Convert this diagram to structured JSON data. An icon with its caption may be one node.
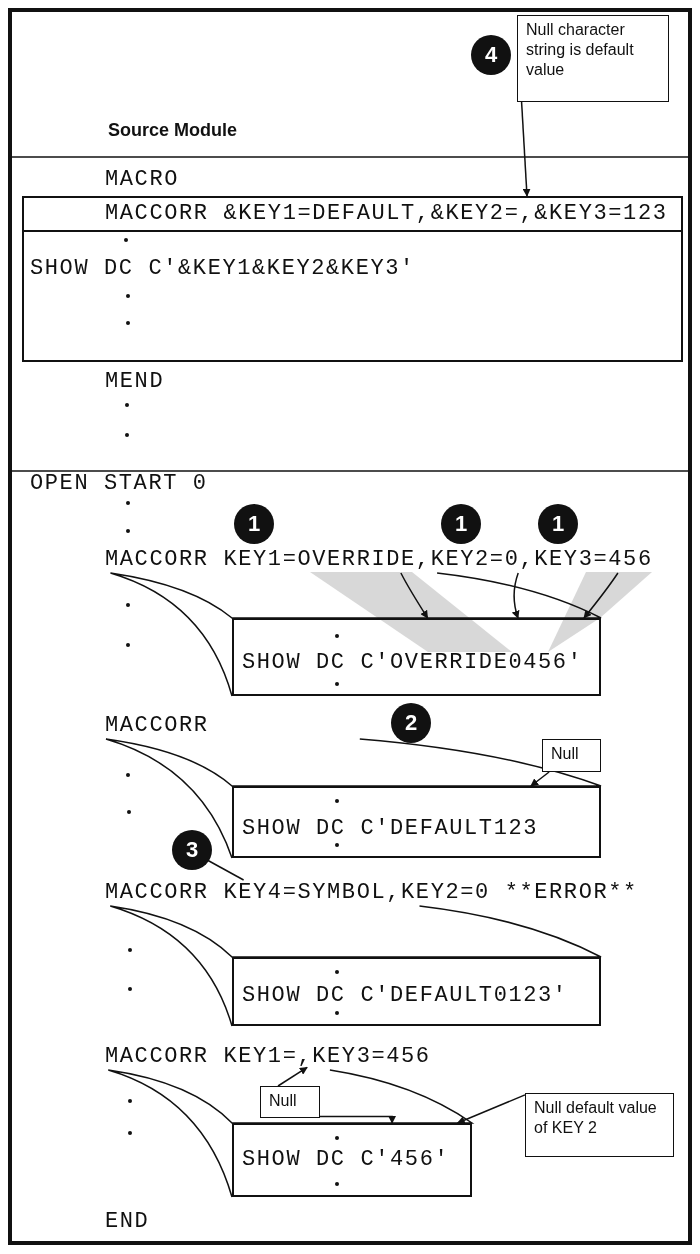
{
  "diagram": {
    "title": "Source Module",
    "nodes": [
      {
        "text": [
          "4"
        ]
      },
      {
        "text": [
          "Null character string is default value"
        ]
      },
      {
        "text": [
          "MACCORR &KEY1=DEFAULT,&KEY2=,&KEY3=123"
        ]
      },
      {
        "text": [
          "SHOW DC C'&KEY1&KEY2&KEY3'"
        ]
      },
      {
        "text": [
          "1"
        ]
      },
      {
        "text": [
          "1"
        ]
      },
      {
        "text": [
          "1"
        ]
      },
      {
        "text": [
          "MACCORR KEY1=OVERRIDE,KEY2=0,KEY3=456"
        ]
      },
      {
        "text": [
          "SHOW DC C'OVERRIDE0456'"
        ]
      },
      {
        "text": [
          "MACCORR"
        ]
      },
      {
        "text": [
          "2"
        ]
      },
      {
        "text": [
          "Null"
        ]
      },
      {
        "text": [
          "SHOW DC C'DEFAULT123"
        ]
      },
      {
        "text": [
          "3"
        ]
      },
      {
        "text": [
          "MACCORR KEY4=SYMBOL,KEY2=0 **ERROR**"
        ]
      },
      {
        "text": [
          "SHOW DC C'DEFAULT0123'"
        ]
      },
      {
        "text": [
          "MACCORR KEY1=,KEY3=456"
        ]
      },
      {
        "text": [
          "Null"
        ]
      },
      {
        "text": [
          "SHOW DC C'456'"
        ]
      },
      {
        "text": [
          "Null default value of KEY 2"
        ]
      }
    ],
    "edges": [
      {
        "from": 1,
        "to": 2,
        "arrow": "to"
      },
      {
        "from": 7,
        "to": 8,
        "arrow": "to"
      },
      {
        "from": 7,
        "to": 8,
        "arrow": "to"
      },
      {
        "from": 7,
        "to": 8,
        "arrow": "to"
      },
      {
        "from": 7,
        "to": 8,
        "arrow": "none"
      },
      {
        "from": 9,
        "to": 12,
        "arrow": "none"
      },
      {
        "from": 11,
        "to": 12,
        "arrow": "to"
      },
      {
        "from": 13,
        "to": 14,
        "arrow": "none"
      },
      {
        "from": 14,
        "to": 15,
        "arrow": "none"
      },
      {
        "from": 16,
        "to": 18,
        "arrow": "none"
      },
      {
        "from": 17,
        "to": 16,
        "arrow": "to"
      },
      {
        "from": 17,
        "to": 18,
        "arrow": "to"
      },
      {
        "from": 19,
        "to": 18,
        "arrow": "to"
      }
    ],
    "labels": [
      "MACRO",
      "MEND",
      "OPEN START 0",
      "END"
    ]
  }
}
